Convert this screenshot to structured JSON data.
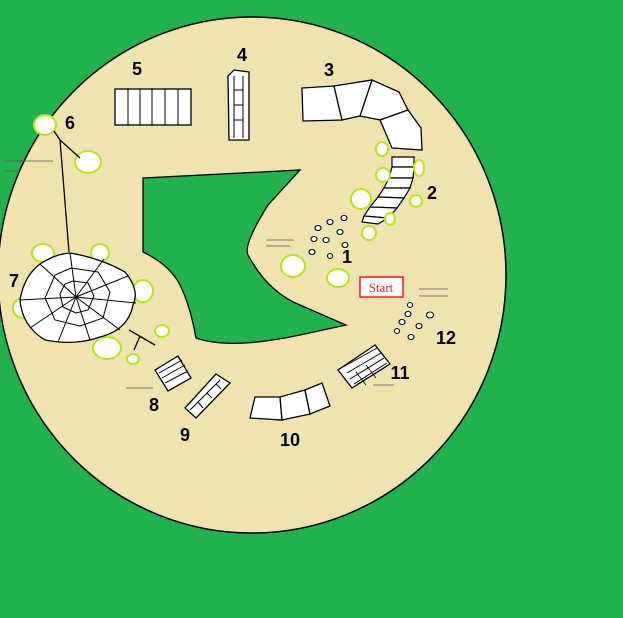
{
  "colors": {
    "background": "#22b14c",
    "arena": "#efe4b0",
    "bush_outline": "#b5e61d",
    "start_sign": "#ed1c24"
  },
  "start_label": "Start",
  "stations": [
    {
      "id": "station-1",
      "number": "1"
    },
    {
      "id": "station-2",
      "number": "2"
    },
    {
      "id": "station-3",
      "number": "3"
    },
    {
      "id": "station-4",
      "number": "4"
    },
    {
      "id": "station-5",
      "number": "5"
    },
    {
      "id": "station-6",
      "number": "6"
    },
    {
      "id": "station-7",
      "number": "7"
    },
    {
      "id": "station-8",
      "number": "8"
    },
    {
      "id": "station-9",
      "number": "9"
    },
    {
      "id": "station-10",
      "number": "10"
    },
    {
      "id": "station-11",
      "number": "11"
    },
    {
      "id": "station-12",
      "number": "12"
    }
  ]
}
